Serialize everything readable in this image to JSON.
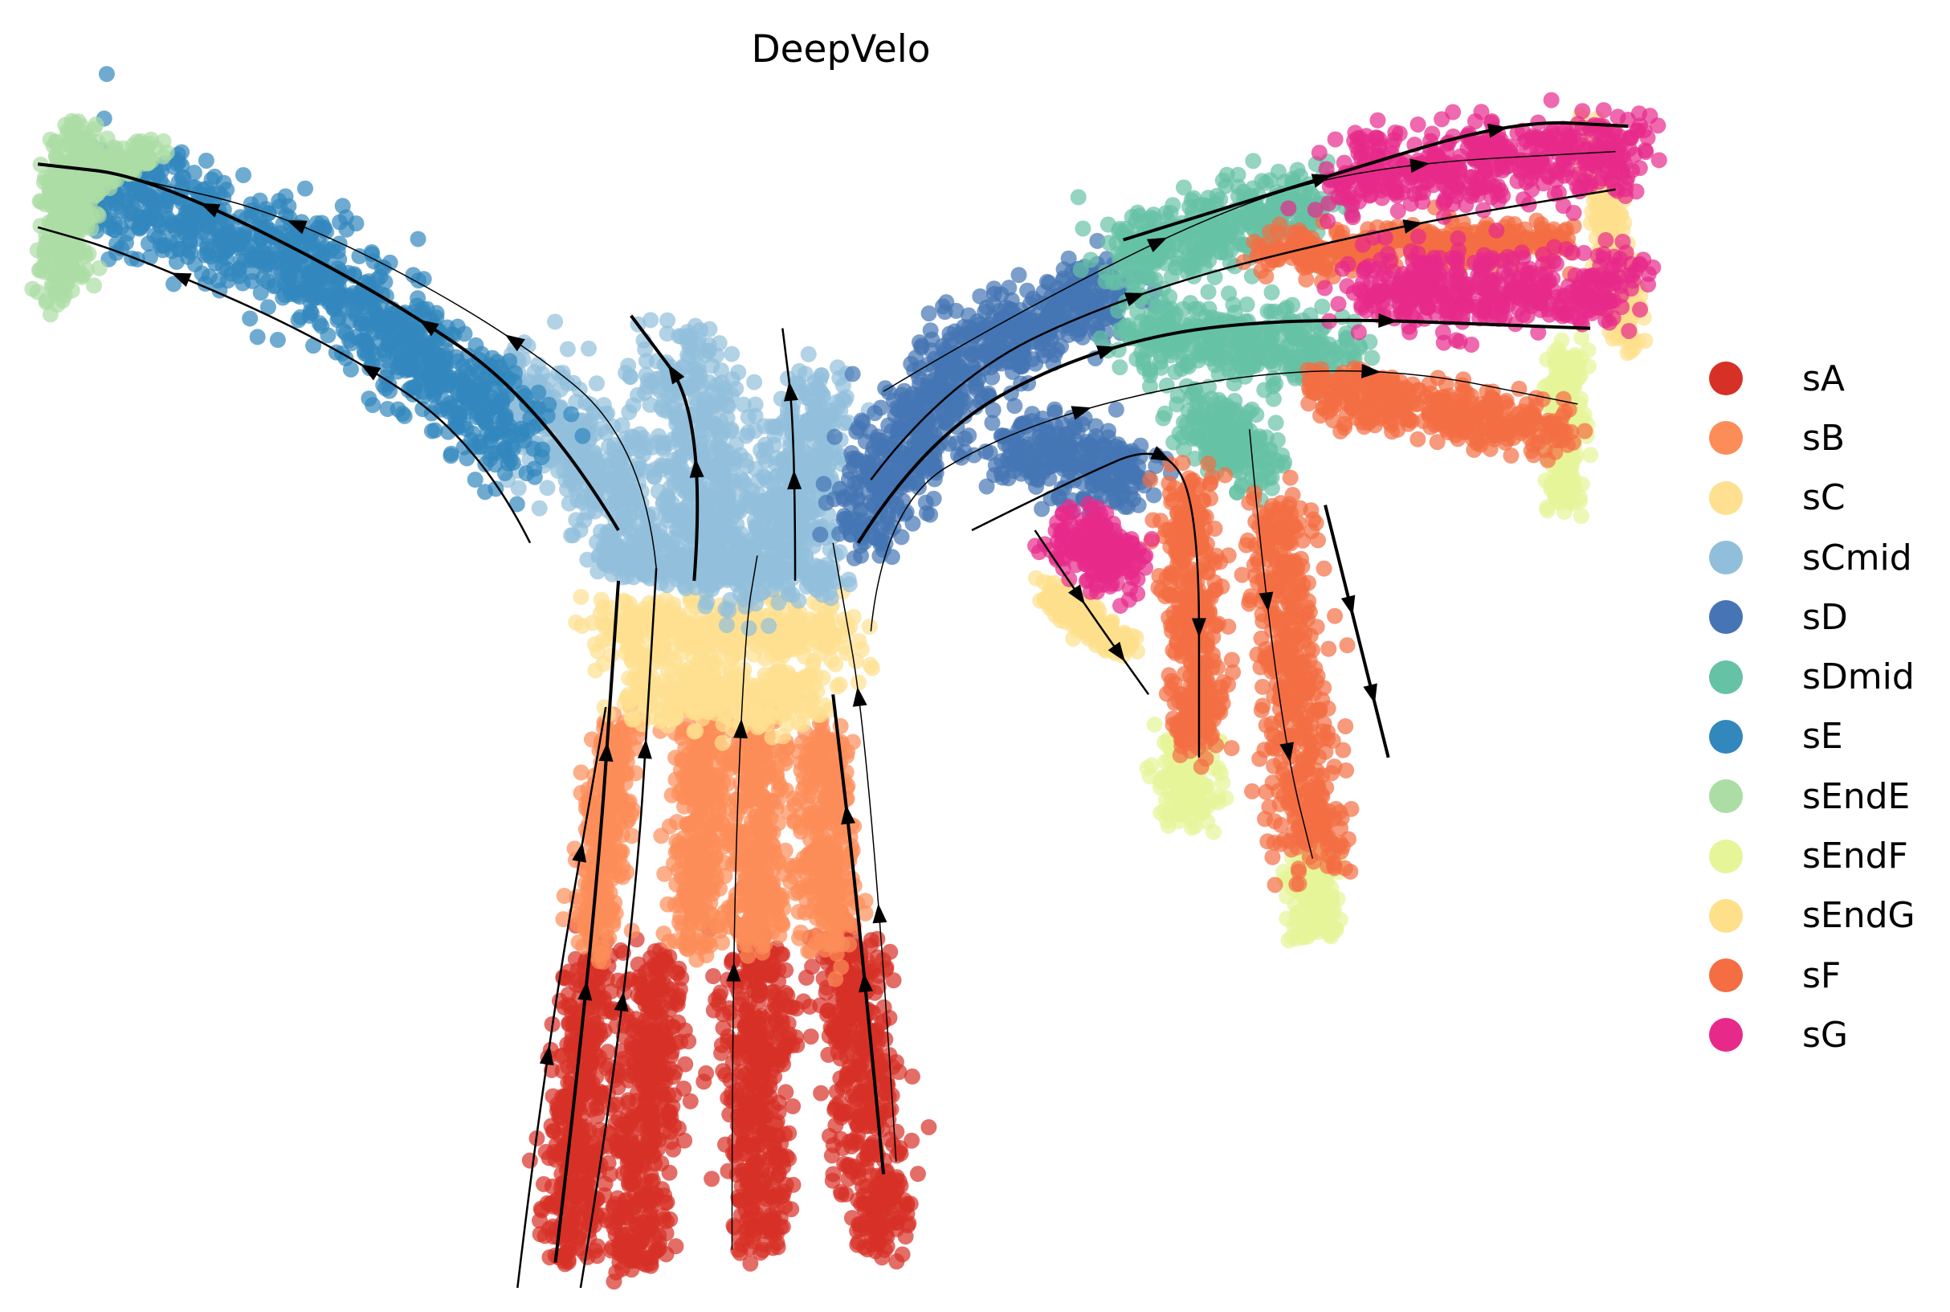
{
  "chart_data": {
    "type": "scatter",
    "title": "DeepVelo",
    "xlabel": "",
    "ylabel": "",
    "axes_visible": false,
    "grid": false,
    "legend_position": "right",
    "xlim": [
      0,
      15.45
    ],
    "ylim": [
      10.4,
      0
    ],
    "clusters": [
      {
        "name": "sA",
        "color": "#d73027",
        "segments": [
          [
            4.7,
            7.6,
            4.5,
            9.9,
            0.25
          ],
          [
            5.2,
            7.6,
            5.0,
            10.0,
            0.3
          ],
          [
            6.0,
            7.5,
            6.0,
            9.8,
            0.3
          ],
          [
            6.7,
            7.4,
            7.0,
            9.9,
            0.3
          ]
        ]
      },
      {
        "name": "sB",
        "color": "#fc8d59",
        "segments": [
          [
            4.9,
            5.7,
            4.7,
            7.5,
            0.2
          ],
          [
            5.6,
            5.6,
            5.5,
            7.5,
            0.25
          ],
          [
            6.0,
            5.6,
            6.0,
            7.4,
            0.25
          ],
          [
            6.5,
            5.8,
            6.6,
            7.5,
            0.25
          ]
        ]
      },
      {
        "name": "sC",
        "color": "#fee090",
        "segments": [
          [
            4.8,
            5.0,
            6.7,
            5.0,
            0.3
          ],
          [
            5.0,
            5.5,
            6.5,
            5.5,
            0.3
          ]
        ]
      },
      {
        "name": "sCmid",
        "color": "#91bfdb",
        "segments": [
          [
            4.0,
            3.0,
            5.2,
            4.2,
            0.45
          ],
          [
            5.4,
            2.8,
            5.8,
            4.6,
            0.5
          ],
          [
            6.5,
            3.1,
            6.2,
            4.4,
            0.35
          ],
          [
            4.8,
            4.4,
            6.6,
            4.6,
            0.2
          ]
        ]
      },
      {
        "name": "sD",
        "color": "#4575b4",
        "segments": [
          [
            6.8,
            4.2,
            7.6,
            2.8,
            0.4
          ],
          [
            7.6,
            2.8,
            8.8,
            2.3,
            0.35
          ],
          [
            8.0,
            3.5,
            9.0,
            3.8,
            0.35
          ]
        ]
      },
      {
        "name": "sDmid",
        "color": "#66c2a5",
        "segments": [
          [
            8.9,
            2.0,
            10.5,
            1.6,
            0.35
          ],
          [
            9.0,
            2.6,
            10.6,
            2.8,
            0.35
          ],
          [
            9.5,
            3.3,
            10.0,
            3.7,
            0.3
          ]
        ]
      },
      {
        "name": "sE",
        "color": "#3288bd",
        "segments": [
          [
            0.8,
            1.5,
            2.5,
            2.1,
            0.45
          ],
          [
            2.5,
            2.1,
            4.1,
            3.5,
            0.45
          ]
        ]
      },
      {
        "name": "sEndE",
        "color": "#abdda4",
        "segments": [
          [
            0.6,
            1.05,
            0.5,
            2.3,
            0.25
          ],
          [
            0.4,
            1.5,
            1.2,
            1.2,
            0.15
          ]
        ]
      },
      {
        "name": "sEndF",
        "color": "#e6f598",
        "segments": [
          [
            12.4,
            2.8,
            12.4,
            4.0,
            0.15
          ],
          [
            9.4,
            5.9,
            9.4,
            6.4,
            0.25
          ],
          [
            10.4,
            6.8,
            10.4,
            7.4,
            0.2
          ]
        ]
      },
      {
        "name": "sEndG",
        "color": "#fee08b",
        "segments": [
          [
            12.6,
            1.0,
            12.9,
            2.7,
            0.15
          ],
          [
            8.3,
            4.7,
            8.9,
            5.1,
            0.15
          ]
        ]
      },
      {
        "name": "sF",
        "color": "#f46d43",
        "segments": [
          [
            10.0,
            2.0,
            12.4,
            1.9,
            0.2
          ],
          [
            10.4,
            3.1,
            12.4,
            3.4,
            0.25
          ],
          [
            9.4,
            3.8,
            9.5,
            5.9,
            0.25
          ],
          [
            10.1,
            4.0,
            10.4,
            6.8,
            0.3
          ]
        ]
      },
      {
        "name": "sG",
        "color": "#e7298a",
        "segments": [
          [
            10.6,
            1.4,
            12.9,
            1.2,
            0.35
          ],
          [
            10.8,
            2.3,
            12.9,
            2.3,
            0.35
          ],
          [
            8.5,
            4.2,
            8.9,
            4.5,
            0.3
          ]
        ]
      }
    ],
    "streamlines": [
      [
        [
          4.4,
          10.0
        ],
        [
          4.7,
          7.5
        ],
        [
          4.9,
          4.6
        ]
      ],
      [
        [
          4.6,
          10.2
        ],
        [
          5.0,
          7.8
        ],
        [
          5.2,
          4.5
        ]
      ],
      [
        [
          5.8,
          9.9
        ],
        [
          5.8,
          7.5
        ],
        [
          5.9,
          5.0
        ],
        [
          6.0,
          4.4
        ]
      ],
      [
        [
          7.0,
          9.3
        ],
        [
          6.8,
          7.2
        ],
        [
          6.6,
          5.5
        ]
      ],
      [
        [
          4.1,
          10.2
        ],
        [
          4.3,
          8.5
        ],
        [
          4.8,
          5.6
        ]
      ],
      [
        [
          7.1,
          9.2
        ],
        [
          6.9,
          6.0
        ],
        [
          6.6,
          4.3
        ]
      ],
      [
        [
          4.9,
          4.2
        ],
        [
          4.3,
          3.2
        ],
        [
          3.0,
          2.3
        ],
        [
          1.2,
          1.4
        ],
        [
          0.3,
          1.3
        ]
      ],
      [
        [
          4.2,
          4.3
        ],
        [
          3.8,
          3.5
        ],
        [
          2.6,
          2.7
        ],
        [
          1.0,
          2.0
        ],
        [
          0.3,
          1.8
        ]
      ],
      [
        [
          5.2,
          4.5
        ],
        [
          5.1,
          3.5
        ],
        [
          4.0,
          2.6
        ],
        [
          2.3,
          1.7
        ],
        [
          1.0,
          1.4
        ]
      ],
      [
        [
          5.5,
          4.6
        ],
        [
          5.6,
          3.3
        ],
        [
          5.0,
          2.5
        ]
      ],
      [
        [
          6.3,
          4.6
        ],
        [
          6.3,
          3.4
        ],
        [
          6.2,
          2.6
        ]
      ],
      [
        [
          6.9,
          5.0
        ],
        [
          7.0,
          4.0
        ],
        [
          8.0,
          3.4
        ],
        [
          9.5,
          3.0
        ],
        [
          11.0,
          2.9
        ],
        [
          12.5,
          3.2
        ]
      ],
      [
        [
          6.8,
          4.3
        ],
        [
          7.3,
          3.5
        ],
        [
          8.5,
          2.8
        ],
        [
          10.0,
          2.5
        ],
        [
          12.6,
          2.6
        ]
      ],
      [
        [
          6.9,
          3.8
        ],
        [
          7.5,
          3.0
        ],
        [
          9.0,
          2.3
        ],
        [
          11.0,
          1.8
        ],
        [
          12.8,
          1.5
        ]
      ],
      [
        [
          7.0,
          3.1
        ],
        [
          8.0,
          2.5
        ],
        [
          9.8,
          1.6
        ],
        [
          11.0,
          1.3
        ],
        [
          12.8,
          1.2
        ]
      ],
      [
        [
          8.9,
          1.9
        ],
        [
          10.5,
          1.4
        ],
        [
          12.0,
          0.95
        ],
        [
          12.9,
          1.0
        ]
      ],
      [
        [
          7.7,
          4.2
        ],
        [
          8.5,
          3.8
        ],
        [
          9.2,
          3.5
        ],
        [
          9.5,
          4.0
        ],
        [
          9.5,
          6.0
        ]
      ],
      [
        [
          9.9,
          3.4
        ],
        [
          10.0,
          4.5
        ],
        [
          10.2,
          6.0
        ],
        [
          10.4,
          6.8
        ]
      ],
      [
        [
          10.5,
          4.0
        ],
        [
          10.8,
          5.2
        ],
        [
          11.0,
          6.0
        ]
      ],
      [
        [
          8.2,
          4.2
        ],
        [
          8.6,
          4.8
        ],
        [
          9.1,
          5.5
        ]
      ]
    ]
  }
}
